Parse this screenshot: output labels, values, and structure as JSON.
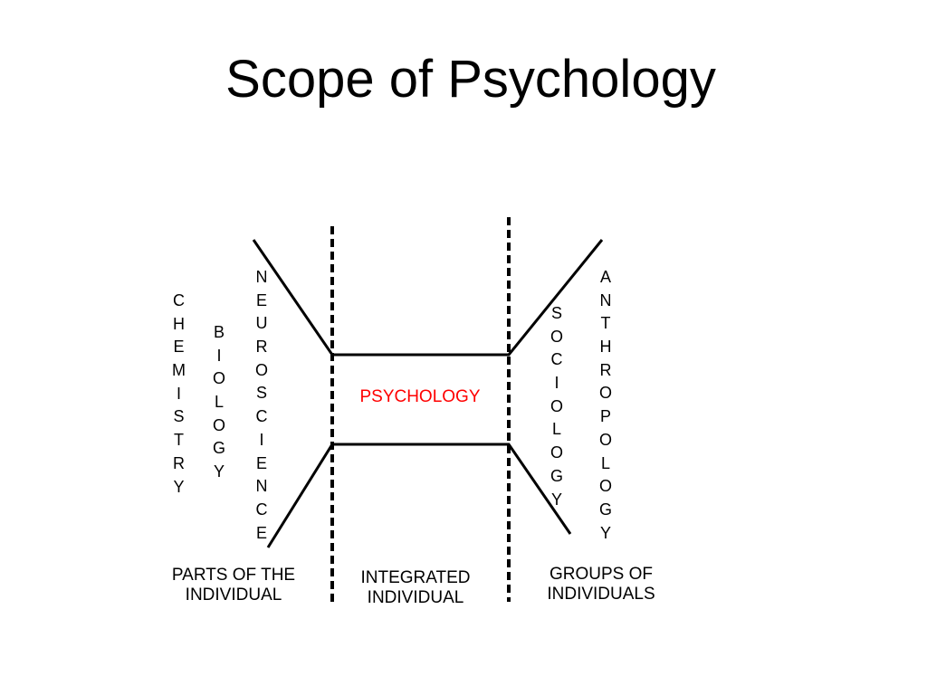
{
  "slide": {
    "title": "Scope of Psychology"
  },
  "diagram": {
    "center_label": "PSYCHOLOGY",
    "center_label_color": "#ff0000",
    "line_color": "#000000",
    "disciplines": [
      {
        "id": "chemistry",
        "label": "CHEMISTRY"
      },
      {
        "id": "biology",
        "label": "BIOLOGY"
      },
      {
        "id": "neuroscience",
        "label": "NEUROSCIENCE"
      },
      {
        "id": "sociology",
        "label": "SOCIOLOGY"
      },
      {
        "id": "anthropology",
        "label": "ANTHROPOLOGY"
      }
    ],
    "captions": {
      "parts": [
        "PARTS OF THE",
        "INDIVIDUAL"
      ],
      "integrated": [
        "INTEGRATED",
        "INDIVIDUAL"
      ],
      "groups": [
        "GROUPS OF",
        "INDIVIDUALS"
      ]
    }
  }
}
